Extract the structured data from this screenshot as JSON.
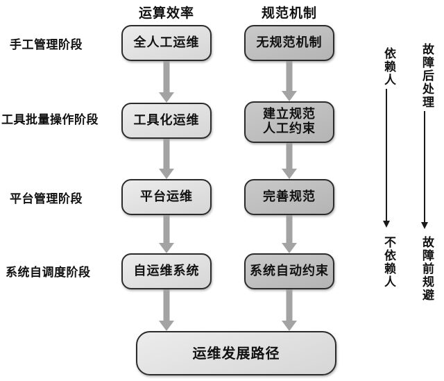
{
  "diagram": {
    "title": "运维发展路径",
    "columns": [
      {
        "id": "efficiency",
        "header": "运算效率"
      },
      {
        "id": "standard",
        "header": "规范机制"
      }
    ],
    "stages": [
      {
        "label": "手工管理阶段"
      },
      {
        "label": "工具批量操作阶段"
      },
      {
        "label": "平台管理阶段"
      },
      {
        "label": "系统自调度阶段"
      }
    ],
    "nodes_left": [
      {
        "text": "全人工运维"
      },
      {
        "text": "工具化运维"
      },
      {
        "text": "平台运维"
      },
      {
        "text": "自运维系统"
      }
    ],
    "nodes_right": [
      {
        "text": "无规范机制"
      },
      {
        "text": "建立规范\n人工约束"
      },
      {
        "text": "完善规范"
      },
      {
        "text": "系统自动约束"
      }
    ],
    "outcome": {
      "text": "运维发展路径"
    },
    "axes": [
      {
        "id": "people-dependence",
        "top": "依赖人",
        "bottom": "不依赖人"
      },
      {
        "id": "fault-handling",
        "top": "故障后处理",
        "bottom": "故障前规避"
      }
    ],
    "colors": {
      "node_light": "#e4e4e4",
      "node_dark": "#c2c2c2",
      "node_border": "#2b2b2b",
      "arrow_gray": "#a3a3a3",
      "axis_black": "#1a1a1a",
      "text": "#111111",
      "background": "#ffffff"
    }
  }
}
